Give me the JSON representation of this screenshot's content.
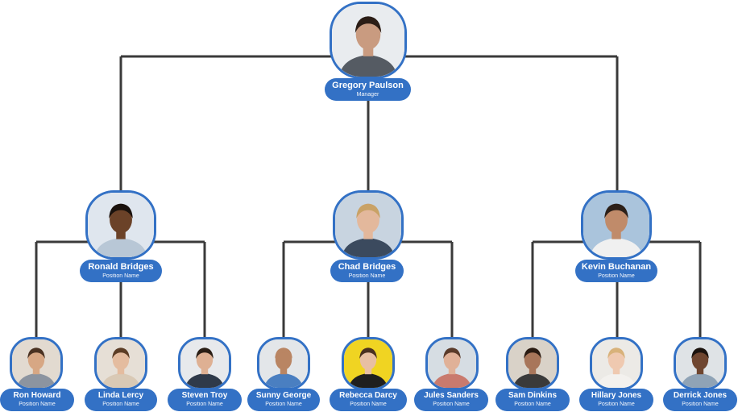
{
  "colors": {
    "accent": "#3371c5",
    "connector": "#3a3a3a",
    "label_text": "#ffffff"
  },
  "people": {
    "manager": {
      "name": "Gregory Paulson",
      "role": "Manager",
      "icon": "manager-photo",
      "bg": "#e9ecef",
      "skin": "#c99b80",
      "hair": "#2b1d16",
      "shirt": "#555b63"
    },
    "ronald": {
      "name": "Ronald Bridges",
      "role": "Position Name",
      "icon": "person-photo",
      "bg": "#dfe6ee",
      "skin": "#6b4228",
      "hair": "#1a120d",
      "shirt": "#b8c7d6"
    },
    "chad": {
      "name": "Chad Bridges",
      "role": "Position Name",
      "icon": "person-photo",
      "bg": "#c8d4e0",
      "skin": "#e3b89c",
      "hair": "#c9a266",
      "shirt": "#3b4a5e"
    },
    "kevin": {
      "name": "Kevin Buchanan",
      "role": "Position Name",
      "icon": "person-photo",
      "bg": "#aac4dc",
      "skin": "#c08b6a",
      "hair": "#2c2019",
      "shirt": "#f0f0f0"
    },
    "ron": {
      "name": "Ron Howard",
      "role": "Position Name",
      "icon": "person-photo",
      "bg": "#e2dad0",
      "skin": "#d7a784",
      "hair": "#4a3222",
      "shirt": "#8c94a0"
    },
    "linda": {
      "name": "Linda Lercy",
      "role": "Position Name",
      "icon": "person-photo",
      "bg": "#e6dfd6",
      "skin": "#e4bc9f",
      "hair": "#5c3d25",
      "shirt": "#d9c9b5"
    },
    "steven": {
      "name": "Steven Troy",
      "role": "Position Name",
      "icon": "person-photo",
      "bg": "#e7e9ec",
      "skin": "#deb093",
      "hair": "#2a1e15",
      "shirt": "#2f3a4a"
    },
    "sunny": {
      "name": "Sunny George",
      "role": "Position Name",
      "icon": "person-photo",
      "bg": "#e3e6e9",
      "skin": "#b98563",
      "hair": "#b98563",
      "shirt": "#4a7fc1"
    },
    "rebecca": {
      "name": "Rebecca Darcy",
      "role": "Position Name",
      "icon": "person-photo",
      "bg": "#f0d422",
      "skin": "#e8bfa3",
      "hair": "#4a3020",
      "shirt": "#1f1f1f"
    },
    "jules": {
      "name": "Jules Sanders",
      "role": "Position Name",
      "icon": "person-photo",
      "bg": "#d6dde3",
      "skin": "#e0b198",
      "hair": "#5a3b2a",
      "shirt": "#c97a6e"
    },
    "sam": {
      "name": "Sam Dinkins",
      "role": "Position Name",
      "icon": "person-photo",
      "bg": "#d9d2c8",
      "skin": "#a8765a",
      "hair": "#2a1b12",
      "shirt": "#3a3a3a"
    },
    "hillary": {
      "name": "Hillary Jones",
      "role": "Position Name",
      "icon": "person-photo",
      "bg": "#eceae6",
      "skin": "#efc9b0",
      "hair": "#d8b27a",
      "shirt": "#f3f1ee"
    },
    "derrick": {
      "name": "Derrick Jones",
      "role": "Position Name",
      "icon": "person-photo",
      "bg": "#dfe3e6",
      "skin": "#6f4630",
      "hair": "#1b130e",
      "shirt": "#8fa3b6"
    }
  }
}
